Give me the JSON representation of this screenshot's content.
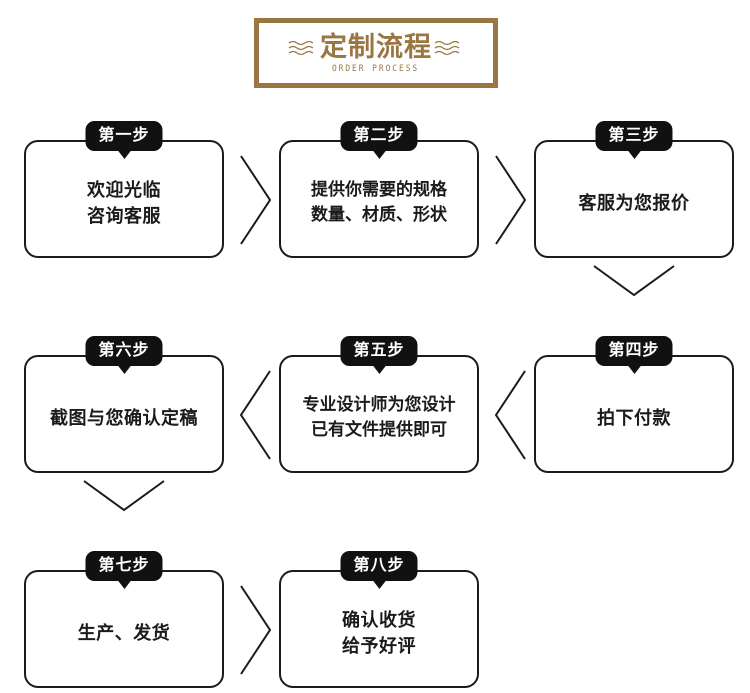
{
  "title": {
    "main": "定制流程",
    "subtitle": "ORDER PROCESS",
    "frame_color": "#9a7642",
    "left_wave_icon": "wave-lines-icon",
    "right_wave_icon": "wave-lines-icon"
  },
  "theme": {
    "box_border_color": "#1b1b1b",
    "badge_background": "#111111",
    "badge_text_color": "#ffffff",
    "page_background": "#ffffff",
    "accent_color": "#9a7642"
  },
  "steps": [
    {
      "badge": "第一步",
      "text": "欢迎光临\n咨询客服"
    },
    {
      "badge": "第二步",
      "text": "提供你需要的规格\n数量、材质、形状"
    },
    {
      "badge": "第三步",
      "text": "客服为您报价"
    },
    {
      "badge": "第四步",
      "text": "拍下付款"
    },
    {
      "badge": "第五步",
      "text": "专业设计师为您设计\n已有文件提供即可"
    },
    {
      "badge": "第六步",
      "text": "截图与您确认定稿"
    },
    {
      "badge": "第七步",
      "text": "生产、发货"
    },
    {
      "badge": "第八步",
      "text": "确认收货\n给予好评"
    }
  ],
  "connectors": [
    {
      "name": "chevron-right-step1-to-step2",
      "direction": "right"
    },
    {
      "name": "chevron-right-step2-to-step3",
      "direction": "right"
    },
    {
      "name": "chevron-down-step3-to-step4",
      "direction": "down"
    },
    {
      "name": "chevron-left-step4-to-step5",
      "direction": "left"
    },
    {
      "name": "chevron-left-step5-to-step6",
      "direction": "left"
    },
    {
      "name": "chevron-down-step6-to-step7",
      "direction": "down"
    },
    {
      "name": "chevron-right-step7-to-step8",
      "direction": "right"
    }
  ]
}
